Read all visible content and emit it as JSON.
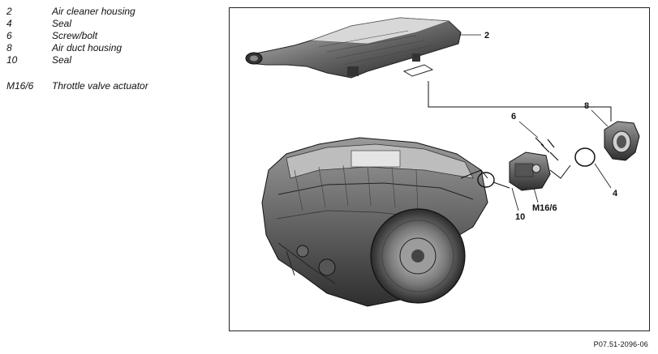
{
  "legend": [
    {
      "num": "2",
      "text": "Air cleaner housing"
    },
    {
      "num": "4",
      "text": "Seal"
    },
    {
      "num": "6",
      "text": "Screw/bolt"
    },
    {
      "num": "8",
      "text": "Air duct housing"
    },
    {
      "num": "10",
      "text": "Seal"
    },
    {
      "num": "M16/6",
      "text": "Throttle valve actuator"
    }
  ],
  "callouts": {
    "c2": "2",
    "c4": "4",
    "c6": "6",
    "c8": "8",
    "c10": "10",
    "cm16": "M16/6"
  },
  "figure_code": "P07.51-2096-06"
}
